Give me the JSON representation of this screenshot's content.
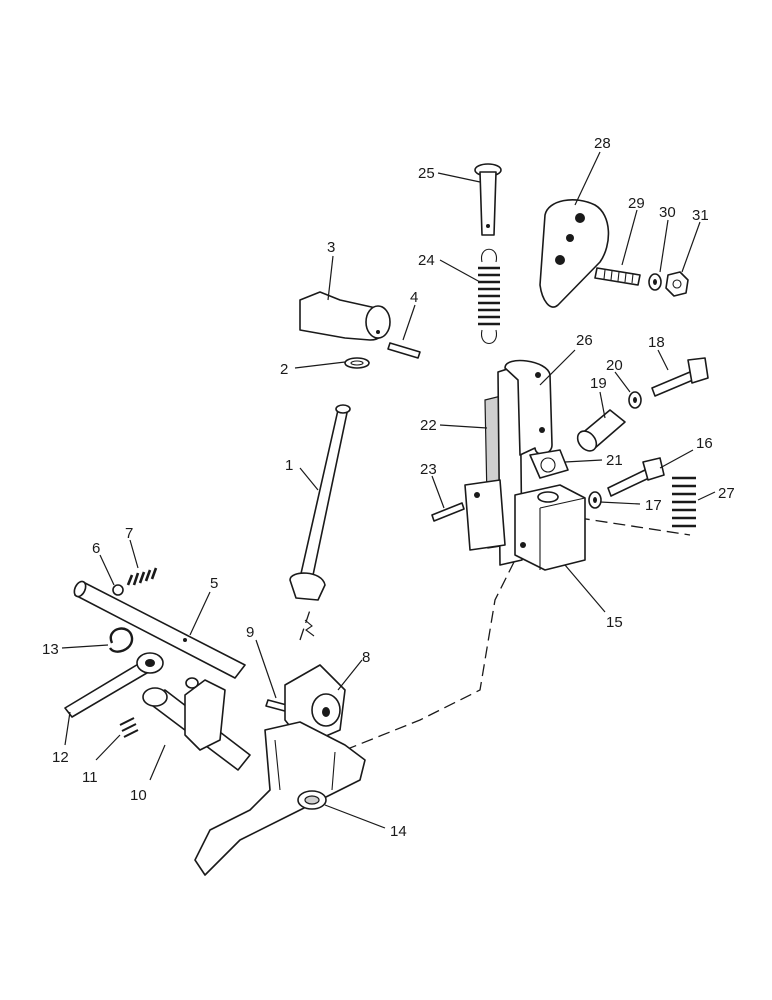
{
  "callouts": [
    "1",
    "2",
    "3",
    "4",
    "5",
    "6",
    "7",
    "8",
    "9",
    "10",
    "11",
    "12",
    "13",
    "14",
    "15",
    "16",
    "17",
    "18",
    "19",
    "20",
    "21",
    "22",
    "23",
    "24",
    "25",
    "26",
    "27",
    "28",
    "29",
    "30",
    "31"
  ],
  "colors": {
    "line": "#1a1a1a",
    "background": "#ffffff",
    "shade": "#cfcfcf"
  }
}
